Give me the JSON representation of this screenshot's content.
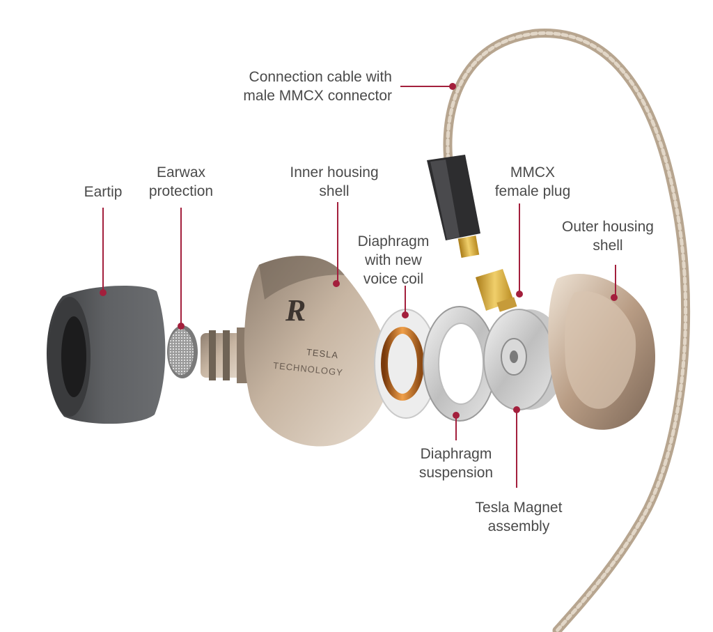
{
  "colors": {
    "leader": "#a31f3c",
    "label_text": "#4a4a4a",
    "shell_metal": "#b9a693",
    "foam": "#55575a",
    "cable": "#c9b9a4"
  },
  "labels": {
    "cable": [
      "Connection cable with",
      "male MMCX connector"
    ],
    "eartip": [
      "Eartip"
    ],
    "earwax": [
      "Earwax",
      "protection"
    ],
    "inner_shell": [
      "Inner housing",
      "shell"
    ],
    "mmcx_plug": [
      "MMCX",
      "female plug"
    ],
    "outer_shell": [
      "Outer housing",
      "shell"
    ],
    "diaphragm": [
      "Diaphragm",
      "with new",
      "voice coil"
    ],
    "suspension": [
      "Diaphragm",
      "suspension"
    ],
    "magnet": [
      "Tesla Magnet",
      "assembly"
    ]
  },
  "markings": {
    "logo_letter": "R",
    "brand_line1": "TESLA",
    "brand_line2": "TECHNOLOGY"
  }
}
